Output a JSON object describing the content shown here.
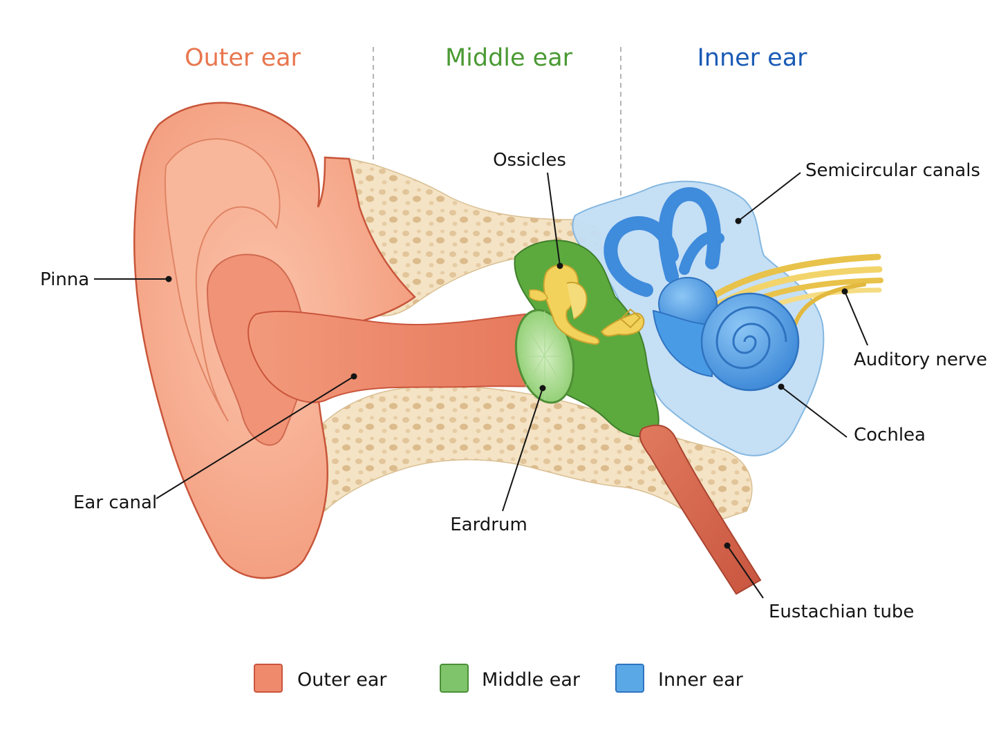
{
  "sections": {
    "outer": {
      "title": "Outer ear",
      "color": "#e8764e"
    },
    "middle": {
      "title": "Middle ear",
      "color": "#4a9a33"
    },
    "inner": {
      "title": "Inner ear",
      "color": "#1a5bb5"
    }
  },
  "labels": {
    "pinna": "Pinna",
    "ear_canal": "Ear canal",
    "ossicles": "Ossicles",
    "eardrum": "Eardrum",
    "semicircular_canals": "Semicircular canals",
    "auditory_nerve": "Auditory nerve",
    "cochlea": "Cochlea",
    "eustachian_tube": "Eustachian tube"
  },
  "legend": [
    {
      "label": "Outer ear",
      "color": "#f08a6c"
    },
    {
      "label": "Middle ear",
      "color": "#7fc36a"
    },
    {
      "label": "Inner ear",
      "color": "#5aa8e6"
    }
  ],
  "colors": {
    "skin": "#f6a98c",
    "skin_dark": "#d9664a",
    "bone": "#f4e3c4",
    "middle_fill": "#5caa3e",
    "inner_fill": "#bcdcf4",
    "labyrinth": "#4a9be6",
    "ossicle": "#f2d25a",
    "nerve": "#f2d46a"
  }
}
